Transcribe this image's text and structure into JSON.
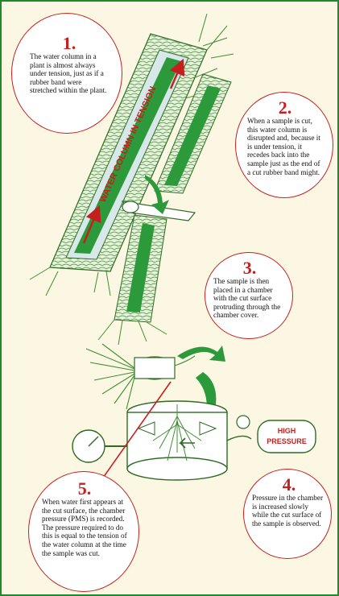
{
  "colors": {
    "background": "#fbf7e3",
    "border": "#1f8a2b",
    "accent_red": "#c61f1f",
    "plant_green": "#2e7d32"
  },
  "icons": [
    "plant-stem-illustration",
    "knife-icon",
    "pressure-chamber-illustration",
    "pressure-gauge-icon",
    "high-pressure-tank-icon",
    "curved-arrow-icon"
  ],
  "diagram": {
    "stem_label": "WATER COLUMN IN TENSION",
    "tank_label_line1": "HIGH",
    "tank_label_line2": "PRESSURE"
  },
  "steps": [
    {
      "number": "1.",
      "text": "The water column in a plant is almost always under tension, just as if a rubber band were stretched within the plant."
    },
    {
      "number": "2.",
      "text": "When a sample is cut, this water column is disrupted and, because it is under tension, it recedes back into the sample just as the end of a cut rubber band might."
    },
    {
      "number": "3.",
      "text": "The sample is then placed in a chamber with the cut surface protruding through the chamber cover."
    },
    {
      "number": "4.",
      "text": "Pressure in the chamber is increased slowly while the cut surface of the sample is observed."
    },
    {
      "number": "5.",
      "text": "When water first appears at the cut surface, the chamber pressure (PMS) is recorded. The pressure required to do this is equal to the tension of the water column at the time the sample was cut."
    }
  ]
}
